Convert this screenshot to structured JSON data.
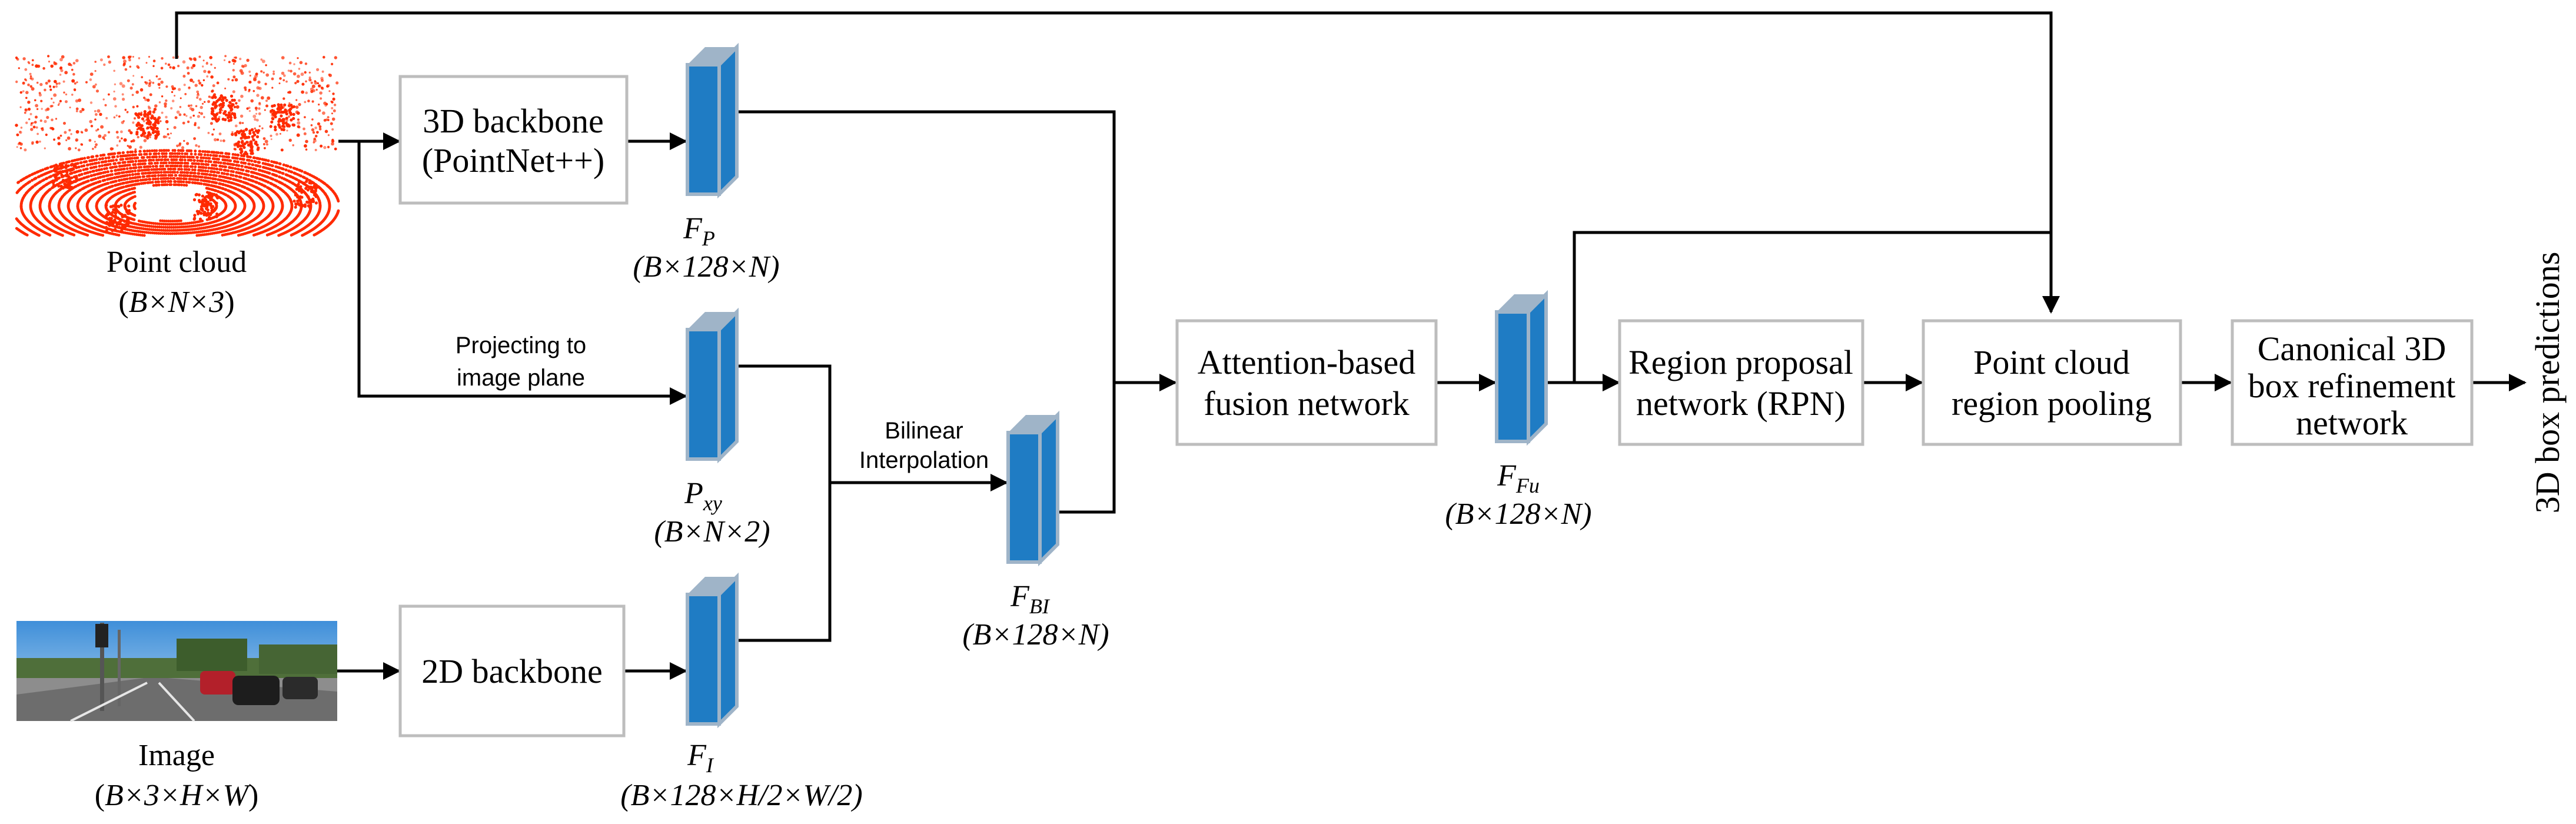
{
  "colors": {
    "feature_front": "#1f7cc4",
    "feature_top": "#9fb4c8",
    "box_stroke": "#bdbdbd",
    "point_cloud": "#ff2a00"
  },
  "inputs": {
    "point_cloud": {
      "label": "Point cloud",
      "shape_pre": "(",
      "shape": "B×N×3",
      "shape_post": ")"
    },
    "image": {
      "label": "Image",
      "shape_pre": "(",
      "shape": "B×3×H×W",
      "shape_post": ")"
    }
  },
  "boxes": {
    "backbone3d": {
      "line1": "3D backbone",
      "line2": "(PointNet++)"
    },
    "backbone2d": {
      "line1": "2D backbone"
    },
    "fusion": {
      "line1": "Attention-based",
      "line2": "fusion network"
    },
    "rpn": {
      "line1": "Region proposal",
      "line2": "network (RPN)"
    },
    "pooling": {
      "line1": "Point cloud",
      "line2": "region pooling"
    },
    "refine": {
      "line1": "Canonical 3D",
      "line2": "box refinement",
      "line3": "network"
    }
  },
  "features": {
    "fp": {
      "name": "F",
      "sub": "P",
      "shape": "(B×128×N)"
    },
    "pxy": {
      "name": "P",
      "sub": "xy",
      "shape": "(B×N×2)"
    },
    "fi": {
      "name": "F",
      "sub": "I",
      "shape": "(B×128×H/2×W/2)"
    },
    "fbi": {
      "name": "F",
      "sub": "BI",
      "shape": "(B×128×N)"
    },
    "ffu": {
      "name": "F",
      "sub": "Fu",
      "shape": "(B×128×N)"
    }
  },
  "edge_labels": {
    "projecting_line1": "Projecting to",
    "projecting_line2": "image plane",
    "bilinear_line1": "Bilinear",
    "bilinear_line2": "Interpolation"
  },
  "output_label": "3D box predictions"
}
